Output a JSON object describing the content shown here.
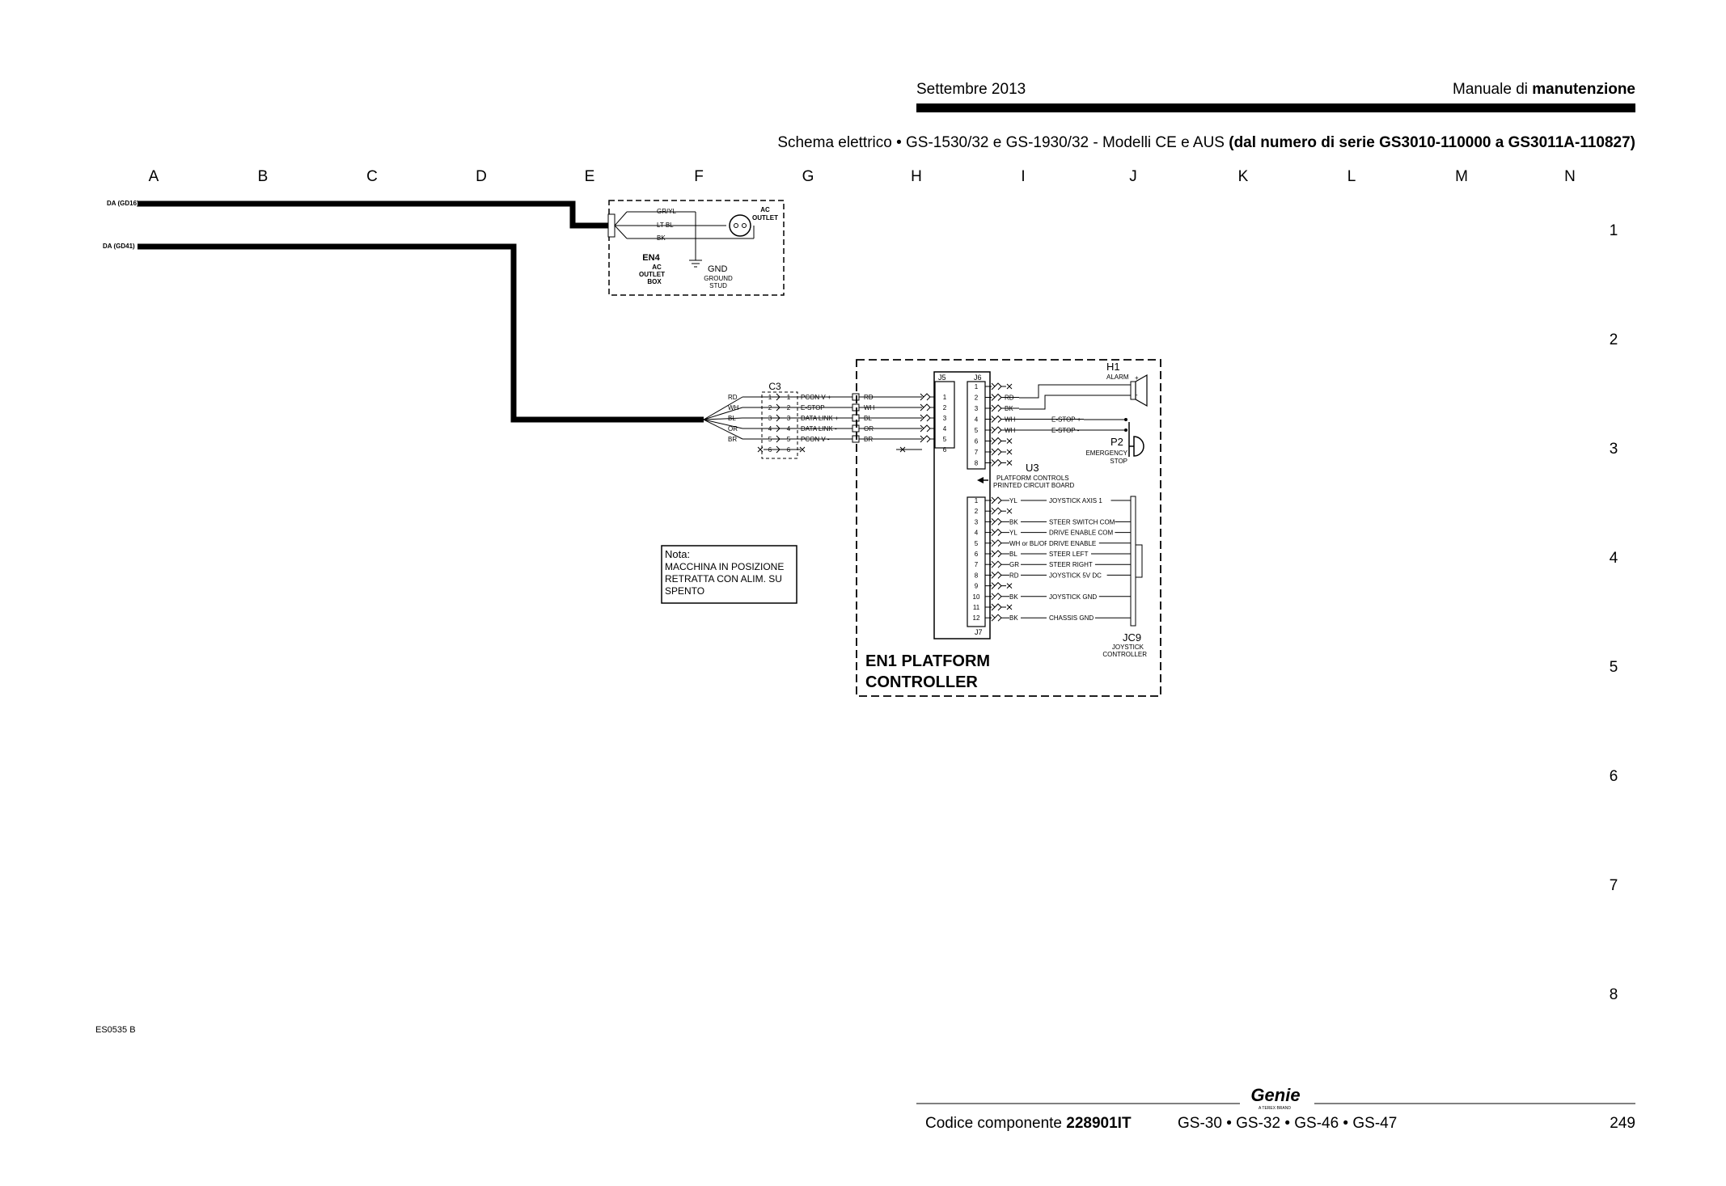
{
  "header": {
    "date": "Settembre 2013",
    "manual_prefix": "Manuale di ",
    "manual_bold": "manutenzione",
    "subtitle_regular": "Schema elettrico • GS-1530/32 e GS-1930/32 - Modelli CE e AUS ",
    "subtitle_bold": "(dal numero di serie GS3010-110000 a GS3011A-110827)"
  },
  "grid": {
    "columns": [
      "A",
      "B",
      "C",
      "D",
      "E",
      "F",
      "G",
      "H",
      "I",
      "J",
      "K",
      "L",
      "M",
      "N"
    ],
    "rows": [
      "1",
      "2",
      "3",
      "4",
      "5",
      "6",
      "7",
      "8"
    ]
  },
  "diagram": {
    "cables": {
      "da_gd16": "DA (GD16)",
      "da_gd41": "DA (GD41)"
    },
    "en4": {
      "wires": [
        "GR/YL",
        "LT BL",
        "BK"
      ],
      "ac_outlet_1": "AC",
      "ac_outlet_2": "OUTLET",
      "id": "EN4",
      "box_1": "AC",
      "box_2": "OUTLET",
      "box_3": "BOX",
      "gnd": "GND",
      "ground_1": "GROUND",
      "ground_2": "STUD"
    },
    "c3": {
      "id": "C3",
      "rows": [
        {
          "left": "RD",
          "pin": "1",
          "signal": "PCON V +",
          "right": "RD"
        },
        {
          "left": "WH",
          "pin": "2",
          "signal": "E-STOP",
          "right": "WH"
        },
        {
          "left": "BL",
          "pin": "3",
          "signal": "DATA LINK +",
          "right": "BL"
        },
        {
          "left": "OR",
          "pin": "4",
          "signal": "DATA LINK -",
          "right": "OR"
        },
        {
          "left": "BR",
          "pin": "5",
          "signal": "PCON V -",
          "right": "BR"
        },
        {
          "left": "",
          "pin": "6",
          "signal": "",
          "right": ""
        }
      ]
    },
    "j5": {
      "id": "J5",
      "pins": [
        "1",
        "2",
        "3",
        "4",
        "5",
        "6"
      ]
    },
    "j6": {
      "id": "J6",
      "pins": [
        {
          "pin": "1",
          "wire": "",
          "signal": ""
        },
        {
          "pin": "2",
          "wire": "RD",
          "signal": ""
        },
        {
          "pin": "3",
          "wire": "BK",
          "signal": ""
        },
        {
          "pin": "4",
          "wire": "WH",
          "signal": "E-STOP +"
        },
        {
          "pin": "5",
          "wire": "WH",
          "signal": "E-STOP -"
        },
        {
          "pin": "6",
          "wire": "",
          "signal": ""
        },
        {
          "pin": "7",
          "wire": "",
          "signal": ""
        },
        {
          "pin": "8",
          "wire": "",
          "signal": ""
        }
      ]
    },
    "h1": {
      "id": "H1",
      "label": "ALARM",
      "plus": "+",
      "minus": "-"
    },
    "p2": {
      "id": "P2",
      "label_1": "EMERGENCY",
      "label_2": "STOP"
    },
    "u3": {
      "id": "U3",
      "label_1": "PLATFORM CONTROLS",
      "label_2": "PRINTED CIRCUIT BOARD"
    },
    "j7": {
      "id": "J7",
      "pins": [
        {
          "pin": "1",
          "wire": "YL",
          "signal": "JOYSTICK AXIS 1"
        },
        {
          "pin": "2",
          "wire": "",
          "signal": ""
        },
        {
          "pin": "3",
          "wire": "BK",
          "signal": "STEER SWITCH COM"
        },
        {
          "pin": "4",
          "wire": "YL",
          "signal": "DRIVE ENABLE COM"
        },
        {
          "pin": "5",
          "wire": "WH or BL/OR",
          "signal": "DRIVE ENABLE"
        },
        {
          "pin": "6",
          "wire": "BL",
          "signal": "STEER LEFT"
        },
        {
          "pin": "7",
          "wire": "GR",
          "signal": "STEER RIGHT"
        },
        {
          "pin": "8",
          "wire": "RD",
          "signal": "JOYSTICK 5V DC"
        },
        {
          "pin": "9",
          "wire": "",
          "signal": ""
        },
        {
          "pin": "10",
          "wire": "BK",
          "signal": "JOYSTICK GND"
        },
        {
          "pin": "11",
          "wire": "",
          "signal": ""
        },
        {
          "pin": "12",
          "wire": "BK",
          "signal": "CHASSIS GND"
        }
      ]
    },
    "jc9": {
      "id": "JC9",
      "label_1": "JOYSTICK",
      "label_2": "CONTROLLER"
    },
    "en1": {
      "line_1": "EN1 PLATFORM",
      "line_2": "CONTROLLER"
    },
    "note": {
      "title": "Nota:",
      "lines": [
        "MACCHINA IN POSIZIONE",
        "RETRATTA CON ALIM. SU",
        "SPENTO"
      ]
    }
  },
  "drawing_id": "ES0535 B",
  "footer": {
    "brand": "Genie",
    "brand_tag": "A TEREX BRAND",
    "part_prefix": "Codice componente ",
    "part_number": "228901IT",
    "models": "GS-30 • GS-32 • GS-46 • GS-47",
    "page_number": "249"
  }
}
